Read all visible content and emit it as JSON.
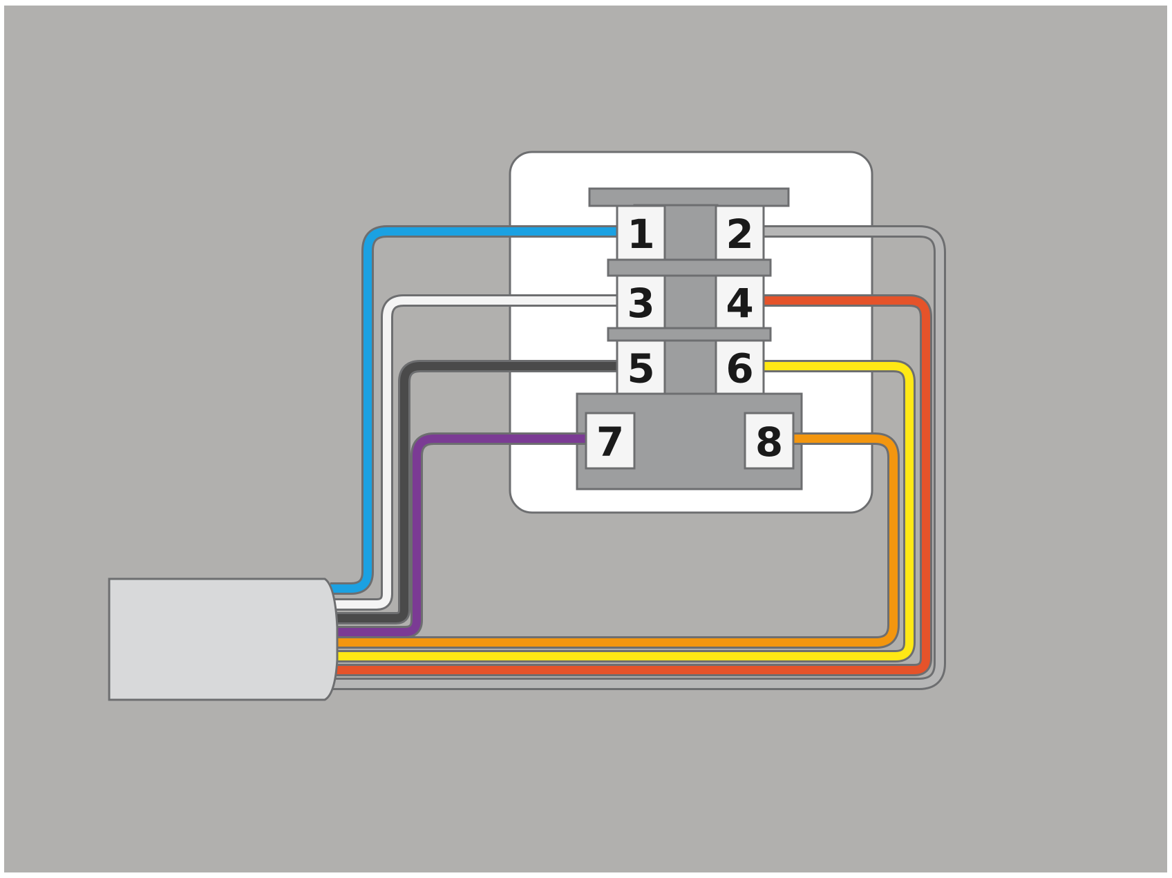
{
  "terminals": [
    {
      "key": "t1",
      "label": "1",
      "wire_color": "#1ba1e2"
    },
    {
      "key": "t2",
      "label": "2",
      "wire_color": "#b6b6b6"
    },
    {
      "key": "t3",
      "label": "3",
      "wire_color": "#f4f4f4"
    },
    {
      "key": "t4",
      "label": "4",
      "wire_color": "#e5532a"
    },
    {
      "key": "t5",
      "label": "5",
      "wire_color": "#4a4a4a"
    },
    {
      "key": "t6",
      "label": "6",
      "wire_color": "#ffe815"
    },
    {
      "key": "t7",
      "label": "7",
      "wire_color": "#7b3b94"
    },
    {
      "key": "t8",
      "label": "8",
      "wire_color": "#f3960f"
    }
  ],
  "colors": {
    "background": "#b1b0ae",
    "faceplate": "#ffffff",
    "outline": "#6d6e70",
    "terminal_body": "#9d9e9f",
    "terminal_box": "#f5f5f5",
    "cable_jacket": "#d8d9da"
  }
}
